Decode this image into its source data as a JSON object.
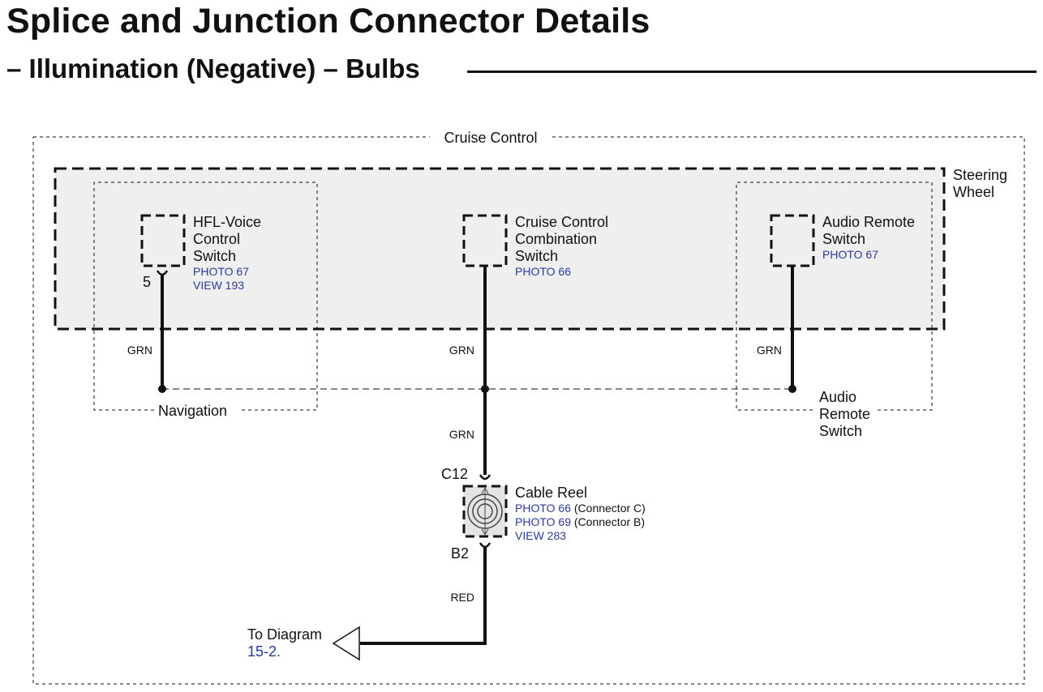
{
  "header": {
    "title": "Splice and Junction Connector Details",
    "subtitle": "– Illumination (Negative) – Bulbs"
  },
  "diagram": {
    "regions": {
      "cruise_control": "Cruise Control",
      "steering_wheel": [
        "Steering",
        "Wheel"
      ],
      "navigation": "Navigation",
      "audio_remote_switch": [
        "Audio",
        "Remote",
        "Switch"
      ]
    },
    "components": {
      "hfl_voice": {
        "name": [
          "HFL-Voice",
          "Control",
          "Switch"
        ],
        "refs": [
          "PHOTO 67",
          "VIEW 193"
        ],
        "pin": "5"
      },
      "cruise_combo": {
        "name": [
          "Cruise Control",
          "Combination",
          "Switch"
        ],
        "refs": [
          "PHOTO 66"
        ]
      },
      "audio_remote": {
        "name": [
          "Audio Remote",
          "Switch"
        ],
        "refs": [
          "PHOTO 67"
        ]
      },
      "cable_reel": {
        "name": "Cable Reel",
        "refs": [
          {
            "ref": "PHOTO 66",
            "note": " (Connector C)"
          },
          {
            "ref": "PHOTO 69",
            "note": " (Connector B)"
          },
          {
            "ref": "VIEW 283",
            "note": ""
          }
        ],
        "pin_top": "C12",
        "pin_bottom": "B2"
      }
    },
    "wires": {
      "hfl": "GRN",
      "cruise": "GRN",
      "audio": "GRN",
      "trunk": "GRN",
      "reel_out": "RED"
    },
    "destination": {
      "label": "To Diagram",
      "ref": "15-2."
    },
    "colors": {
      "line": "#111111",
      "reference_text": "#2a3a9c",
      "steering_fill": "#efefef"
    }
  }
}
